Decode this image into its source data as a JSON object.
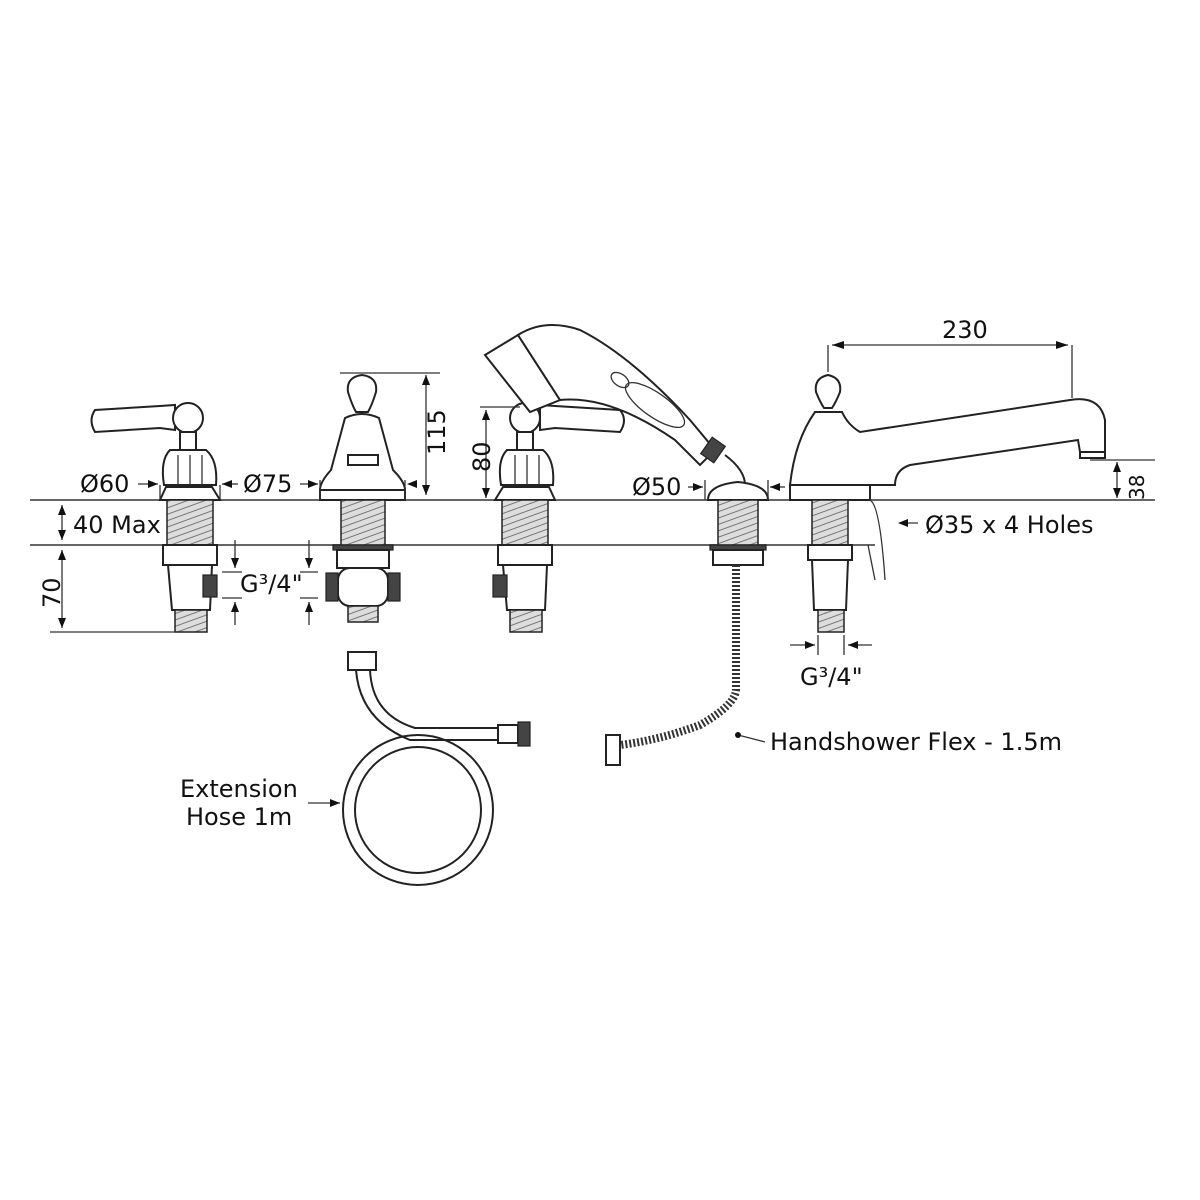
{
  "dimensions": {
    "lever_flange_dia": "Ø60",
    "diverter_flange_dia": "Ø75",
    "diverter_height": "115",
    "lever_height": "80",
    "handshower_flange_dia": "Ø50",
    "spout_projection": "230",
    "spout_clearance": "38",
    "deck_thickness": "40 Max",
    "below_deck_length": "70",
    "inlet_thread_left": "G³/4\"",
    "inlet_thread_right": "G³/4\"",
    "deck_holes": "Ø35 x 4 Holes"
  },
  "labels": {
    "handshower_flex": "Handshower Flex - 1.5m",
    "extension_hose_line1": "Extension",
    "extension_hose_line2": "Hose 1m"
  }
}
